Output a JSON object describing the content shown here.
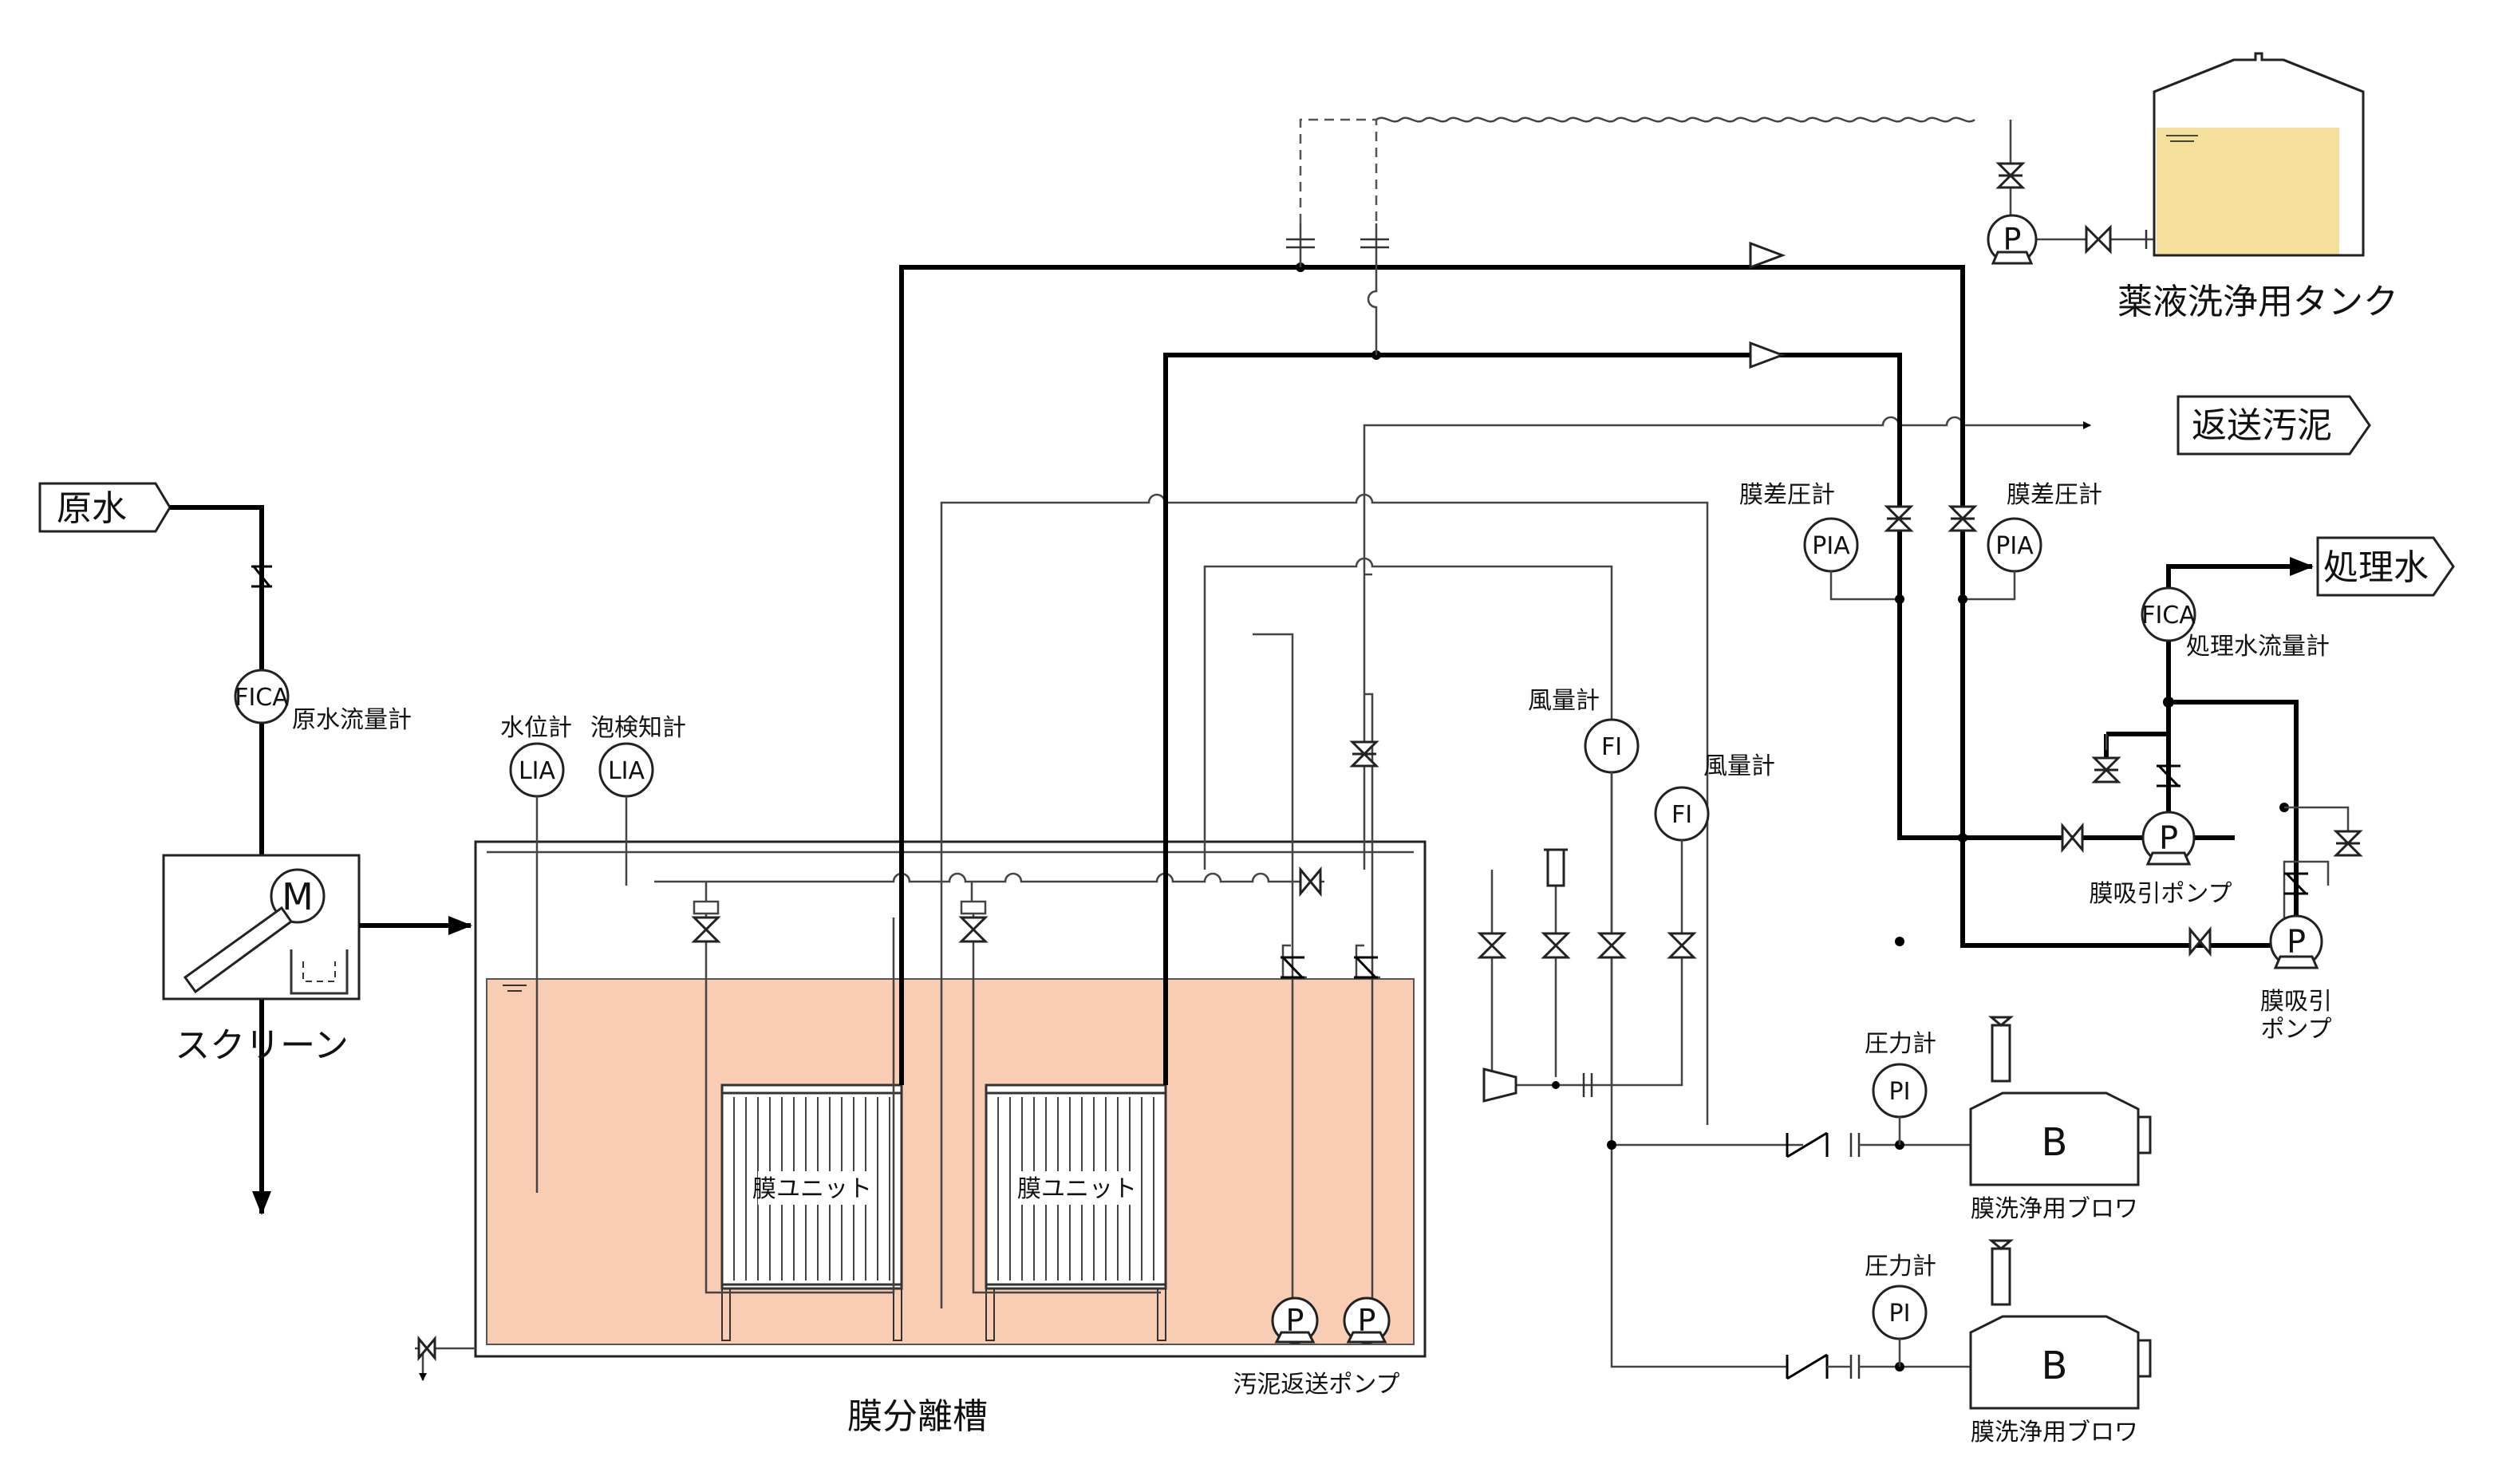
{
  "labels": {
    "raw_water": "原水",
    "raw_flow_meter": "原水流量計",
    "screen": "スクリーン",
    "water_level_meter": "水位計",
    "foam_detector": "泡検知計",
    "tank": "膜分離槽",
    "membrane_unit_1": "膜ユニット",
    "membrane_unit_2": "膜ユニット",
    "sludge_return_pump": "汚泥返送ポンプ",
    "chem_tank": "薬液洗浄用タンク",
    "return_sludge": "返送汚泥",
    "treated_water": "処理水",
    "treated_flow_meter": "処理水流量計",
    "diff_pressure_1": "膜差圧計",
    "diff_pressure_2": "膜差圧計",
    "air_flow_1": "風量計",
    "air_flow_2": "風量計",
    "suction_pump_1": "膜吸引ポンプ",
    "suction_pump_2_line1": "膜吸引",
    "suction_pump_2_line2": "ポンプ",
    "pressure_gauge_1": "圧力計",
    "pressure_gauge_2": "圧力計",
    "blower_1": "膜洗浄用ブロワ",
    "blower_2": "膜洗浄用ブロワ"
  },
  "instruments": {
    "fica_raw": "FICA",
    "lia_level": "LIA",
    "lia_foam": "LIA",
    "pia_1": "PIA",
    "pia_2": "PIA",
    "fica_treated": "FICA",
    "fi_1": "FI",
    "fi_2": "FI",
    "pi_1": "PI",
    "pi_2": "PI"
  },
  "symbols": {
    "motor": "M",
    "pump": "P",
    "blower": "B"
  },
  "colors": {
    "tank_liquid": "#f8cdb3",
    "chem_liquid": "#f4e09a"
  }
}
